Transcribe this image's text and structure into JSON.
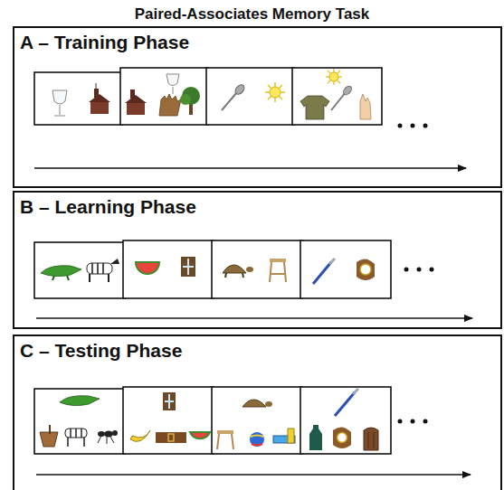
{
  "diagram": {
    "title": "Paired-Associates Memory Task",
    "nodes": [
      {
        "text": [
          "A – Training Phase"
        ]
      },
      {
        "text": [
          "B – Learning Phase"
        ]
      },
      {
        "text": [
          "C – Testing Phase"
        ]
      }
    ]
  }
}
